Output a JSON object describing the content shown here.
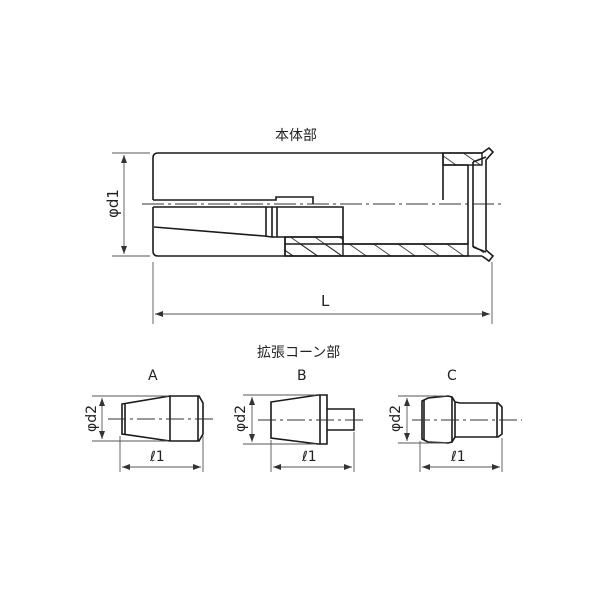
{
  "body_part": {
    "title": "本体部",
    "diameter_label": "φd1",
    "length_label": "L"
  },
  "cone_part": {
    "title": "拡張コーン部",
    "variants": [
      {
        "label": "A",
        "diameter_label": "φd2",
        "length_label": "ℓ1"
      },
      {
        "label": "B",
        "diameter_label": "φd2",
        "length_label": "ℓ1"
      },
      {
        "label": "C",
        "diameter_label": "φd2",
        "length_label": "ℓ1"
      }
    ]
  },
  "colors": {
    "line": "#1a1a1a",
    "dim_line": "#555555",
    "background": "#ffffff"
  }
}
